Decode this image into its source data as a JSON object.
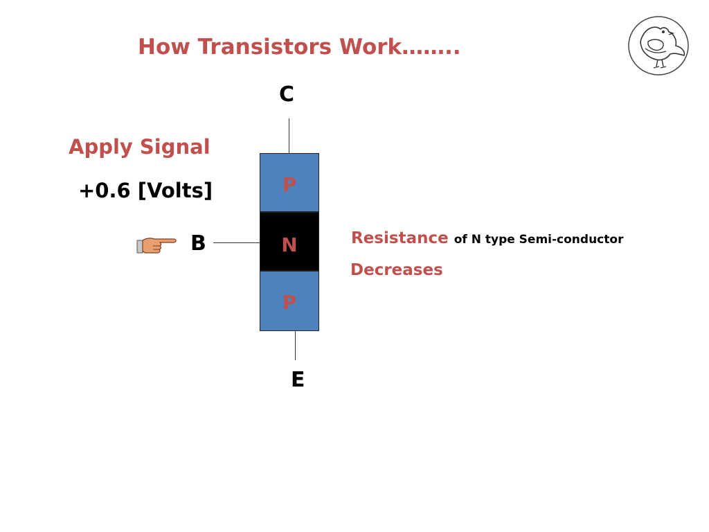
{
  "title": "How Transistors Work……..",
  "signal": {
    "heading": "Apply Signal",
    "value": "+0.6 [Volts]"
  },
  "terminals": {
    "collector": "C",
    "base": "B",
    "emitter": "E"
  },
  "layers": [
    {
      "label": "P",
      "color": "#4f81bd"
    },
    {
      "label": "N",
      "color": "#000000"
    },
    {
      "label": "P",
      "color": "#4f81bd"
    }
  ],
  "note": {
    "highlight": "Resistance",
    "rest": "of N type Semi-conductor",
    "result": "Decreases"
  },
  "colors": {
    "accent": "#c0504d",
    "p_layer": "#4f81bd",
    "n_layer": "#000000"
  },
  "icons": {
    "logo": "bird-logo-icon",
    "pointer": "pointing-hand-icon"
  }
}
